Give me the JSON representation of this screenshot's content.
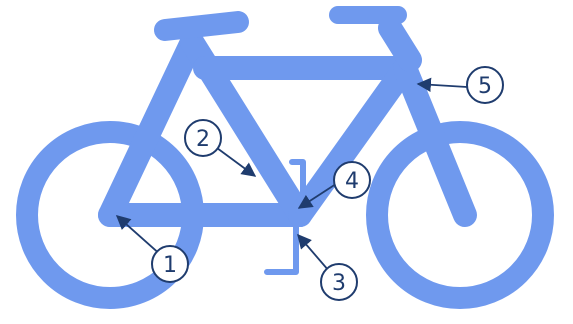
{
  "diagram": {
    "colors": {
      "bike": "#6f99ee",
      "callout": "#1f3c6e"
    },
    "callouts": [
      {
        "label": "1",
        "part": "rear-hub"
      },
      {
        "label": "2",
        "part": "seat-tube"
      },
      {
        "label": "3",
        "part": "pedal-crank"
      },
      {
        "label": "4",
        "part": "bottom-bracket"
      },
      {
        "label": "5",
        "part": "head-tube"
      }
    ]
  }
}
